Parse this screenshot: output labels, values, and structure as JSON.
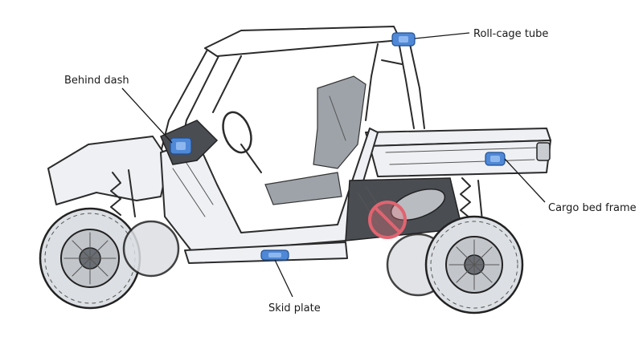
{
  "callouts": [
    {
      "id": "roll-cage",
      "label": "Roll-cage tube",
      "status": "ok"
    },
    {
      "id": "behind-dash",
      "label": "Behind dash",
      "status": "ok"
    },
    {
      "id": "cargo-bed",
      "label": "Cargo bed frame",
      "status": "ok"
    },
    {
      "id": "skid-plate",
      "label": "Skid plate",
      "status": "ok"
    },
    {
      "id": "engine",
      "label": "",
      "status": "prohibited"
    }
  ],
  "colors": {
    "mount_marker": "#4f88d6",
    "prohibited_marker": "#e06470"
  },
  "icons": {
    "mount_marker": "camera-mount-icon",
    "prohibited_marker": "no-symbol-icon"
  }
}
